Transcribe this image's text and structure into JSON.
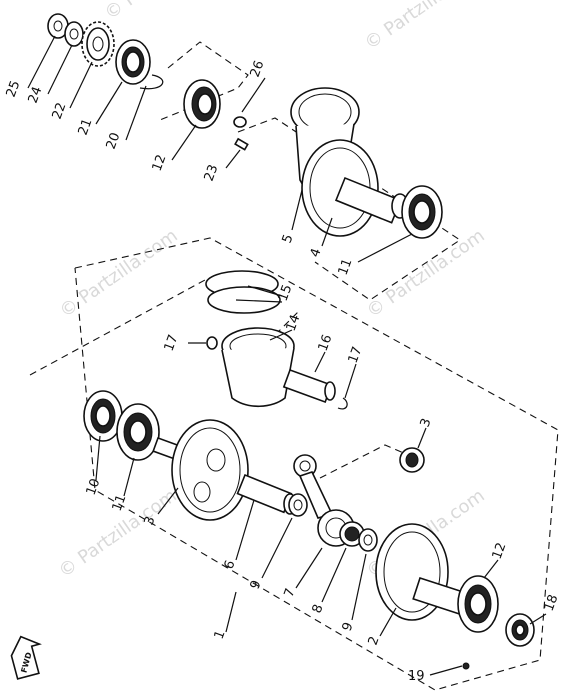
{
  "watermark": {
    "text": "© Partzilla.com",
    "color": "#d9d9d9"
  },
  "fwd_label": "FWD",
  "labels": {
    "l1": "1",
    "l2": "2",
    "l3": "3",
    "l3b": "3",
    "l4": "4",
    "l5": "5",
    "l6": "6",
    "l7": "7",
    "l8": "8",
    "l9a": "9",
    "l9b": "9",
    "l10": "10",
    "l11a": "11",
    "l11b": "11",
    "l12a": "12",
    "l12b": "12",
    "l14": "14",
    "l15": "15",
    "l16": "16",
    "l17a": "17",
    "l17b": "17",
    "l18": "18",
    "l19": "19",
    "l20": "20",
    "l21": "21",
    "l22": "22",
    "l23": "23",
    "l24": "24",
    "l25": "25",
    "l26": "26"
  }
}
